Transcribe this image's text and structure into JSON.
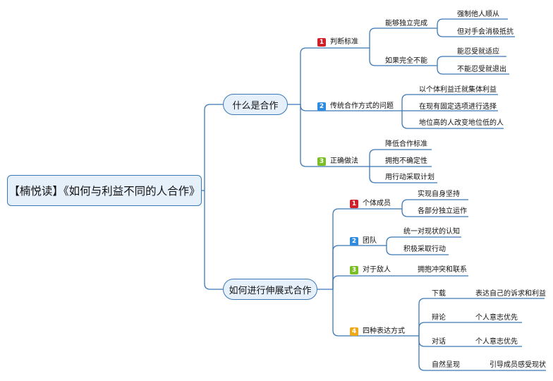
{
  "root": "【楠悦读】《如何与利益不同的人合作》",
  "colors": {
    "line": "#3a78b8",
    "node_fill": "#e6f0fb",
    "badge_1": "#d0202a",
    "badge_2": "#2f8be0",
    "badge_3": "#7bbf26",
    "badge_4": "#f0a81b"
  },
  "branches": [
    {
      "label": "什么是合作",
      "children": [
        {
          "num": "1",
          "label": "判断标准",
          "children": [
            {
              "label": "能够独立完成",
              "children": [
                {
                  "label": "强制他人顺从"
                },
                {
                  "label": "但对手会消极抵抗"
                }
              ]
            },
            {
              "label": "如果完全不能",
              "children": [
                {
                  "label": "能忍受就适应"
                },
                {
                  "label": "不能忍受就退出"
                }
              ]
            }
          ]
        },
        {
          "num": "2",
          "label": "传统合作方式的问题",
          "children": [
            {
              "label": "以个体利益迁就集体利益"
            },
            {
              "label": "在现有固定选项进行选择"
            },
            {
              "label": "地位高的人改变地位低的人"
            }
          ]
        },
        {
          "num": "3",
          "label": "正确做法",
          "children": [
            {
              "label": "降低合作标准"
            },
            {
              "label": "拥抱不确定性"
            },
            {
              "label": "用行动采取计划"
            }
          ]
        }
      ]
    },
    {
      "label": "如何进行伸展式合作",
      "children": [
        {
          "num": "1",
          "label": "个体成员",
          "children": [
            {
              "label": "实现自身坚持"
            },
            {
              "label": "各部分独立运作"
            }
          ]
        },
        {
          "num": "2",
          "label": "团队",
          "children": [
            {
              "label": "统一对现状的认知"
            },
            {
              "label": "积极采取行动"
            }
          ]
        },
        {
          "num": "3",
          "label": "对于敌人",
          "children": [
            {
              "label": "拥抱冲突和联系"
            }
          ]
        },
        {
          "num": "4",
          "label": "四种表达方式",
          "children": [
            {
              "label": "下载",
              "children": [
                {
                  "label": "表达自己的诉求和利益"
                }
              ]
            },
            {
              "label": "辩论",
              "children": [
                {
                  "label": "个人意志优先"
                }
              ]
            },
            {
              "label": "对话",
              "children": [
                {
                  "label": "个人意志优先"
                }
              ]
            },
            {
              "label": "自然呈现",
              "children": [
                {
                  "label": "引导成员感受现状"
                }
              ]
            }
          ]
        }
      ]
    }
  ]
}
